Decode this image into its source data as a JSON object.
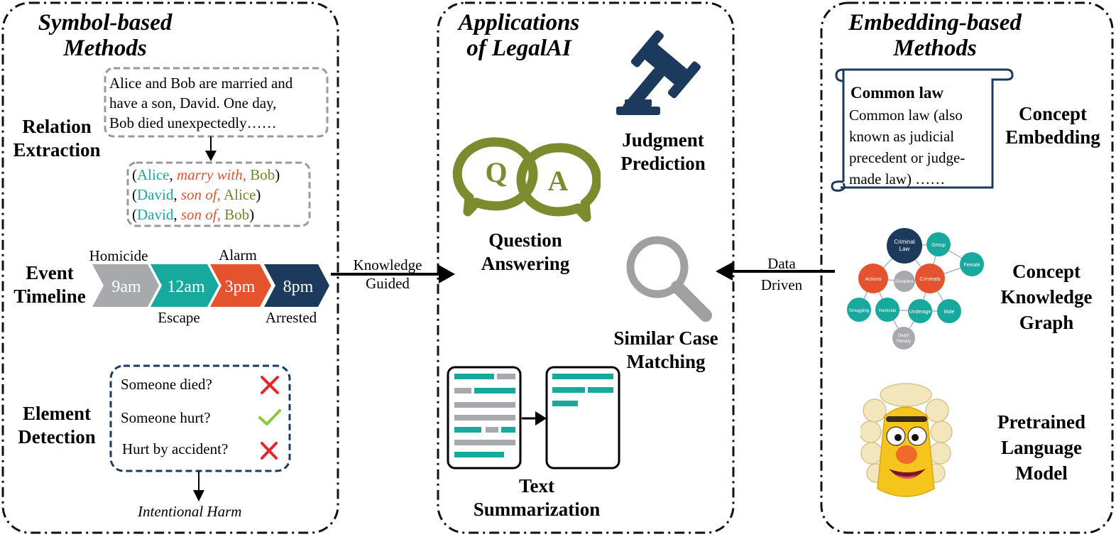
{
  "panels": {
    "left": {
      "title_line1": "Symbol-based",
      "title_line2": "Methods",
      "relation_extraction": {
        "label_line1": "Relation",
        "label_line2": "Extraction",
        "text_line1": "Alice and Bob are married and",
        "text_line2": "have a son, David. One day,",
        "text_line3": "Bob died unexpectedly……",
        "triples": [
          {
            "subj": "Alice",
            "rel": "marry with,",
            "obj": "Bob"
          },
          {
            "subj": "David",
            "rel": "son of,",
            "obj": "Alice"
          },
          {
            "subj": "David",
            "rel": "son of,",
            "obj": "Bob"
          }
        ]
      },
      "event_timeline": {
        "label_line1": "Event",
        "label_line2": "Timeline",
        "events": [
          {
            "time": "9am",
            "event": "Homicide",
            "position": "top",
            "color": "#a7a9ac"
          },
          {
            "time": "12am",
            "event": "Escape",
            "position": "bottom",
            "color": "#17a89e"
          },
          {
            "time": "3pm",
            "event": "Alarm",
            "position": "top",
            "color": "#e4532d"
          },
          {
            "time": "8pm",
            "event": "Arrested",
            "position": "bottom",
            "color": "#1b3a5c"
          }
        ]
      },
      "element_detection": {
        "label_line1": "Element",
        "label_line2": "Detection",
        "questions": [
          {
            "text": "Someone died?",
            "answer": "no"
          },
          {
            "text": "Someone hurt?",
            "answer": "yes"
          },
          {
            "text": "Hurt by accident?",
            "answer": "no"
          }
        ],
        "result": "Intentional Harm"
      }
    },
    "center": {
      "title_line1": "Applications",
      "title_line2": "of LegalAI",
      "judgment_line1": "Judgment",
      "judgment_line2": "Prediction",
      "qa_line1": "Question",
      "qa_line2": "Answering",
      "qa_letters": [
        "Q",
        "A"
      ],
      "similar_line1": "Similar Case",
      "similar_line2": "Matching",
      "summ_line1": "Text",
      "summ_line2": "Summarization"
    },
    "right": {
      "title_line1": "Embedding-based",
      "title_line2": "Methods",
      "scroll_title": "Common law",
      "scroll_text_line1": "Common law (also",
      "scroll_text_line2": "known as judicial",
      "scroll_text_line3": "precedent or judge-",
      "scroll_text_line4": "made law) ……",
      "concept_embedding_line1": "Concept",
      "concept_embedding_line2": "Embedding",
      "kg_label_line1": "Concept",
      "kg_label_line2": "Knowledge",
      "kg_label_line3": "Graph",
      "kg_nodes": {
        "criminal_law_1": "Criminal",
        "criminal_law_2": "Law",
        "group": "Group",
        "female": "Female",
        "actions": "Actions",
        "discipline": "Discipline",
        "criminals": "Criminals",
        "smuggling": "Smuggling",
        "homicide": "Homicide",
        "underage": "Underage",
        "male": "Male",
        "death_1": "Death",
        "death_2": "Penalty"
      },
      "plm_line1": "Pretrained",
      "plm_line2": "Language",
      "plm_line3": "Model"
    }
  },
  "arrows": {
    "left_line1": "Knowledge",
    "left_line2": "Guided",
    "right_line1": "Data",
    "right_line2": "Driven"
  },
  "colors": {
    "teal": "#17a89e",
    "orange_red": "#e4532d",
    "navy": "#1b3a5c",
    "gray": "#a7a9ac",
    "olive": "#7a8c2e",
    "check_green": "#8dc63f",
    "cross_red": "#e8262d"
  }
}
